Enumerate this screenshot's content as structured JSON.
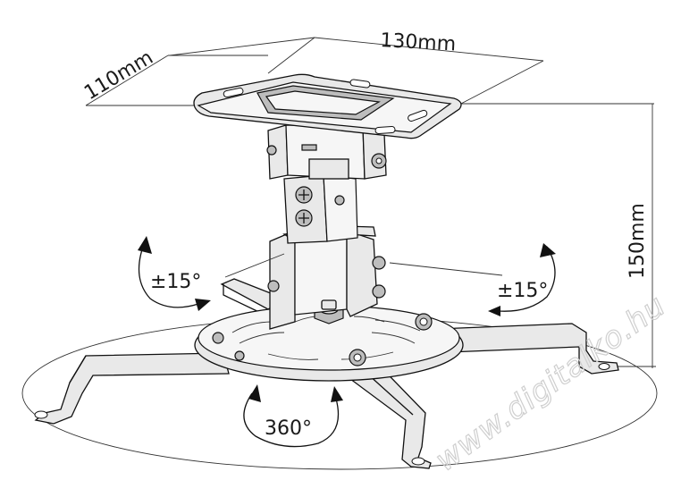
{
  "dimensions": {
    "depth": "110mm",
    "width": "130mm",
    "height": "150mm"
  },
  "angles": {
    "tilt_left": "±15°",
    "tilt_right": "±15°",
    "rotation": "360°"
  },
  "watermark": "www.digitalko.hu"
}
